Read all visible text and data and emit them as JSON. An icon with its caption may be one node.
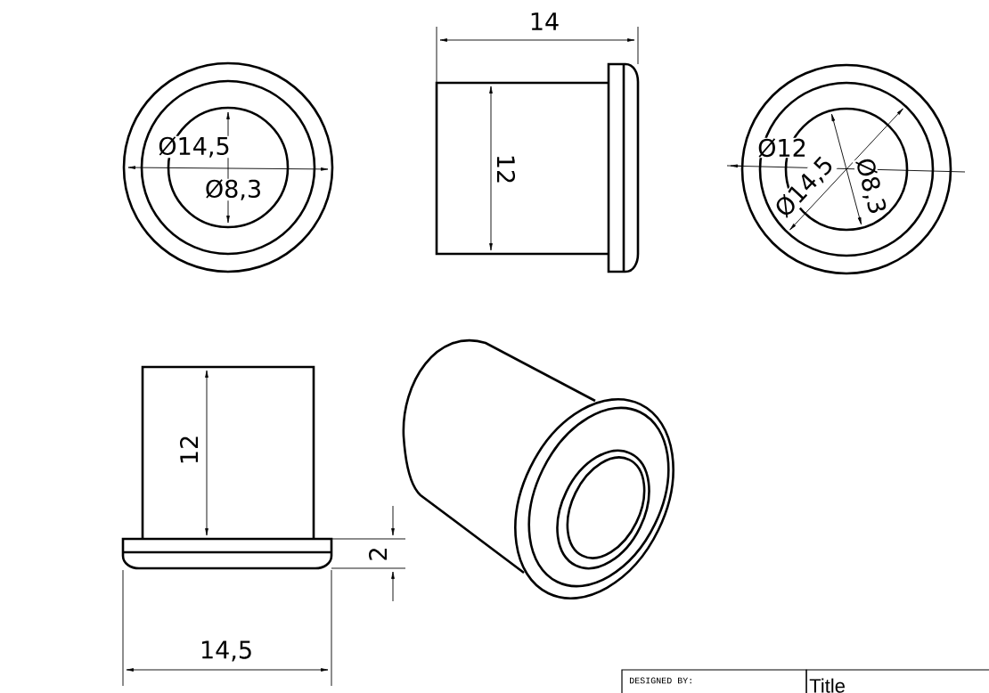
{
  "diagram": {
    "labels": [
      "Ø14,5",
      "Ø8,3",
      "14",
      "12",
      "Ø12",
      "Ø14,5",
      "Ø8,3",
      "12",
      "2",
      "14,5",
      "DESIGNED BY:",
      "Title"
    ]
  }
}
